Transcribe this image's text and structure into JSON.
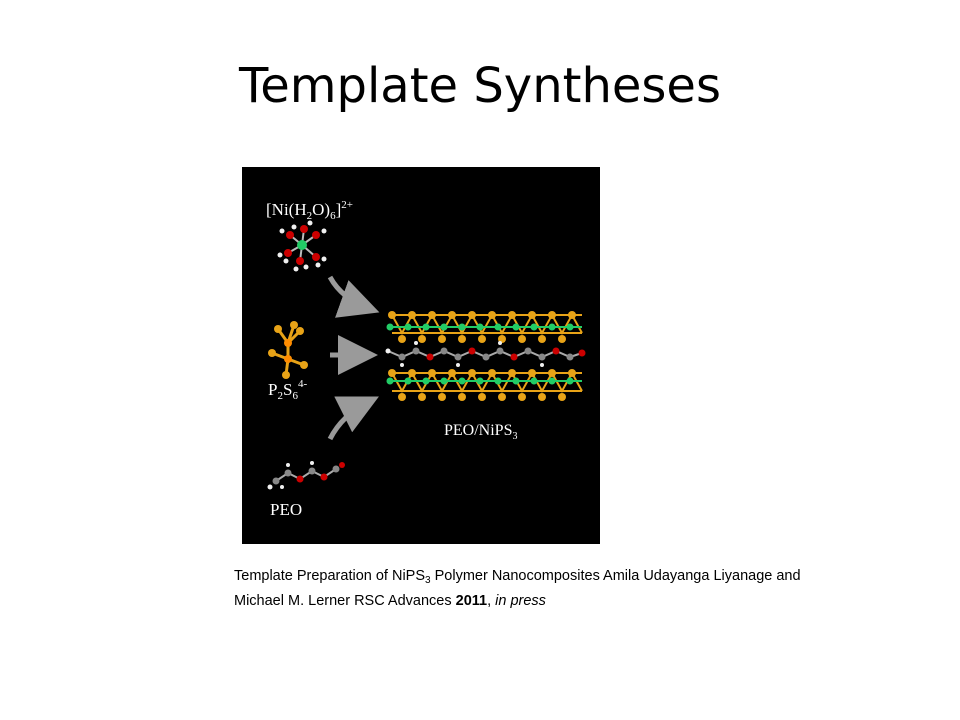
{
  "slide": {
    "title": "Template Syntheses"
  },
  "figure": {
    "ni_complex_label": "[Ni(H",
    "ni_sub2": "2",
    "ni_mid": "O)",
    "ni_sub6": "6",
    "ni_end": "]",
    "ni_charge": "2+",
    "p2s6_label": "P",
    "p2s6_sub2": "2",
    "p2s6_S": "S",
    "p2s6_sub6": "6",
    "p2s6_charge": "4-",
    "product_label": "PEO/NiPS",
    "product_sub": "3",
    "peo_label": "PEO",
    "colors": {
      "sulfur": "#e8a317",
      "nickel": "#22cc66",
      "oxygen": "#cc0000",
      "carbon": "#888888",
      "hydrogen": "#f0f0f0",
      "arrow": "#9a9a9a"
    }
  },
  "caption": {
    "part1": "Template Preparation of NiPS",
    "sub": "3",
    "part2": " Polymer Nanocomposites Amila Udayanga Liyanage and Michael M. Lerner  RSC Advances ",
    "year": "2011",
    "comma": ", ",
    "status": "in press"
  }
}
